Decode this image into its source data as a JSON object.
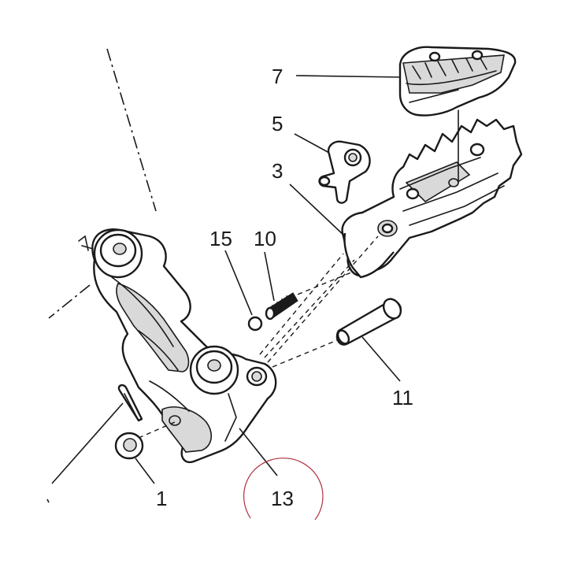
{
  "callouts": [
    {
      "id": "1",
      "text": "1"
    },
    {
      "id": "3",
      "text": "3"
    },
    {
      "id": "5",
      "text": "5"
    },
    {
      "id": "7",
      "text": "7"
    },
    {
      "id": "10",
      "text": "10"
    },
    {
      "id": "11",
      "text": "11"
    },
    {
      "id": "13",
      "text": "13"
    },
    {
      "id": "15",
      "text": "15"
    }
  ],
  "colors": {
    "ink": "#1a1a1a",
    "highlight_circle": "#b03040",
    "background": "#ffffff"
  }
}
